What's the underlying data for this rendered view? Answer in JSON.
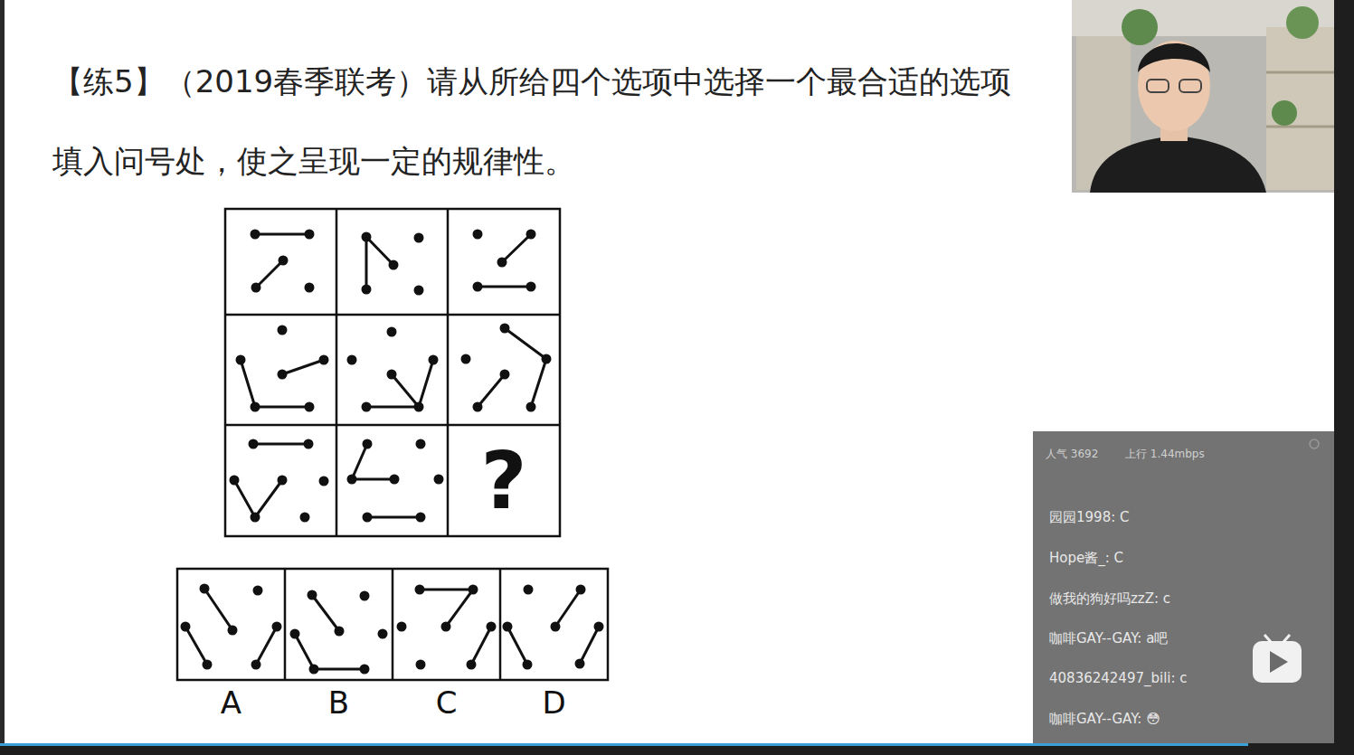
{
  "diagram": {
    "title": "【练5】（2019春季联考）请从所给四个选项中选择一个最合适的选项填入问号处，使之呈现一定的规律性。",
    "nodes": [
      {
        "text": [
          "?"
        ]
      },
      {
        "text": [
          "A"
        ]
      },
      {
        "text": [
          "B"
        ]
      },
      {
        "text": [
          "C"
        ]
      },
      {
        "text": [
          "D"
        ]
      },
      {
        "text": [
          "人气 3692",
          "上行 1.44mbps",
          "园园1998: C",
          "Hope酱_: C",
          "做我的狗好吗zzZ: c",
          "咖啡GAY--GAY: a吧",
          "40836242497_bili: c",
          "咖啡GAY--GAY: 😳"
        ]
      }
    ]
  }
}
